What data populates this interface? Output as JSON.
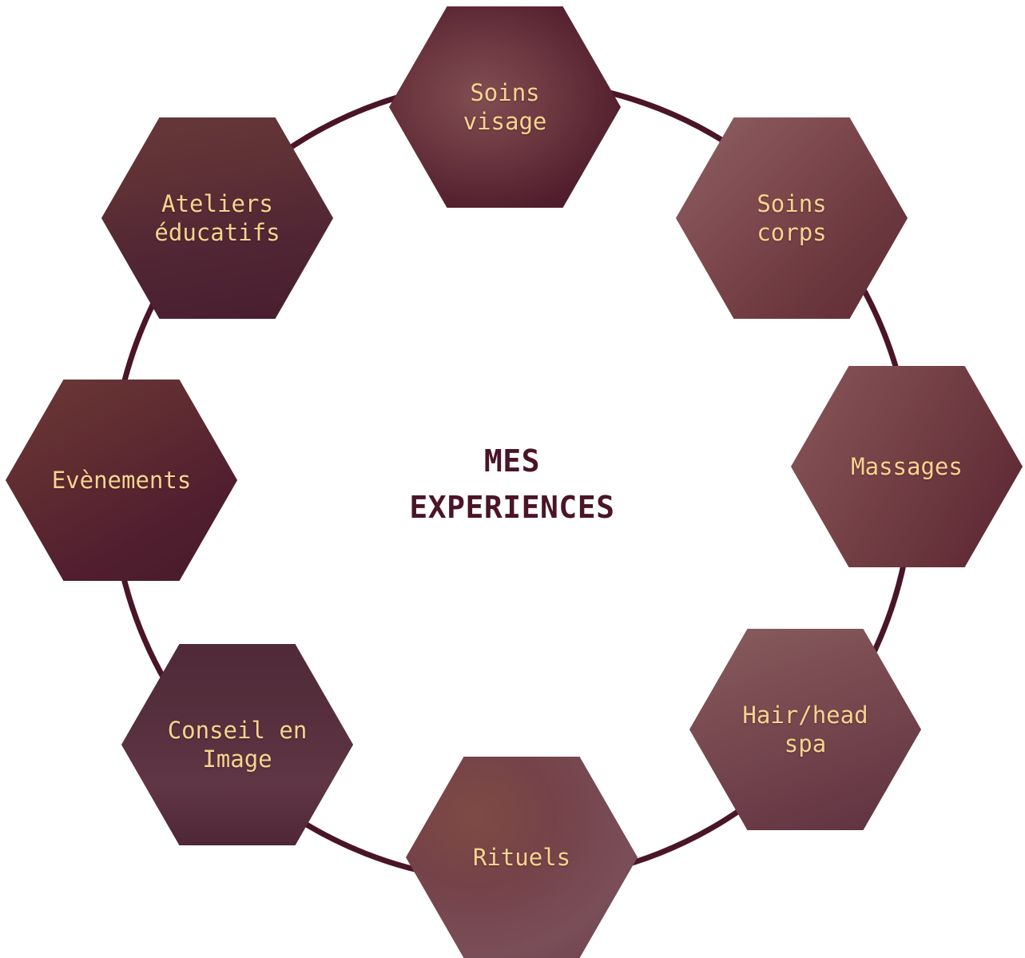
{
  "title": {
    "line1": "MES",
    "line2": "EXPERIENCES"
  },
  "colors": {
    "ring": "#4a1528",
    "title": "#4a1528",
    "label": "#f6d48f",
    "tint": "#541e30"
  },
  "experiences": [
    {
      "label": "Soins\nvisage"
    },
    {
      "label": "Soins\ncorps"
    },
    {
      "label": "Massages"
    },
    {
      "label": "Hair/head\nspa"
    },
    {
      "label": "Rituels"
    },
    {
      "label": "Conseil en\nImage"
    },
    {
      "label": "Evènements"
    },
    {
      "label": "Ateliers\néducatifs"
    }
  ]
}
